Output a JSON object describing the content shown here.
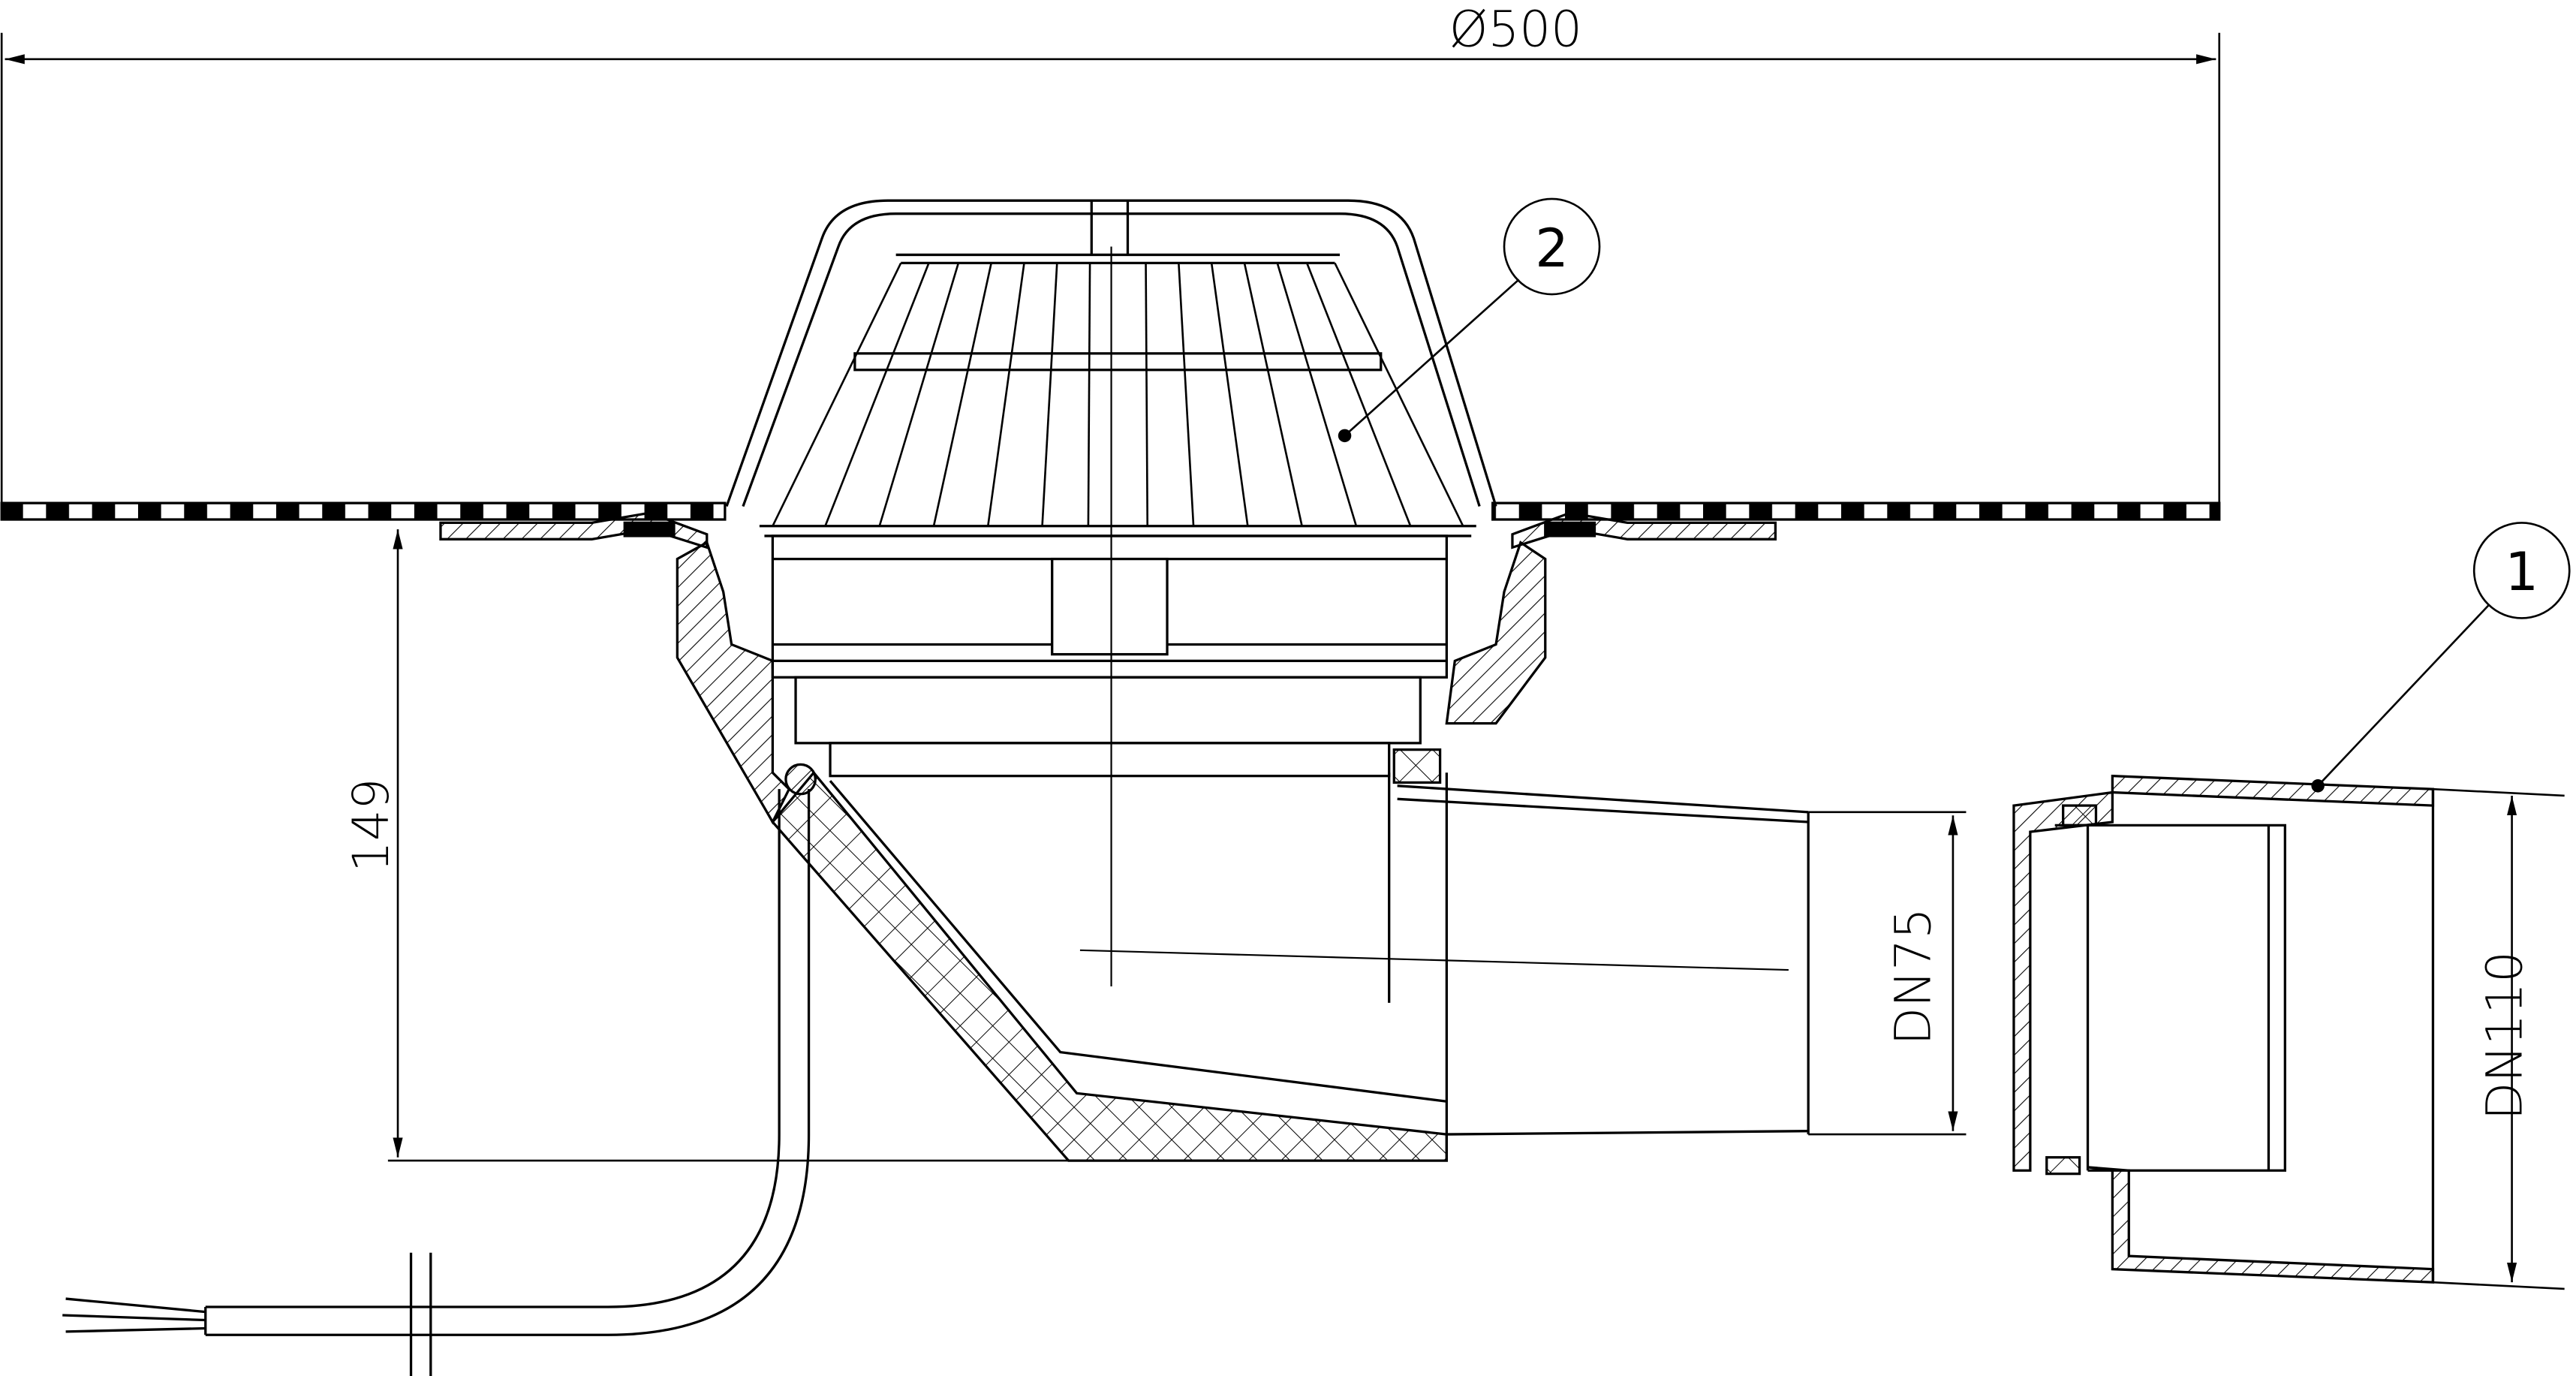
{
  "dimensions": {
    "diameter": "Ø500",
    "height": "149",
    "inner_pipe": "DN75",
    "outer_pipe": "DN110"
  },
  "callouts": {
    "part_1": "1",
    "part_2": "2"
  },
  "colors": {
    "line": "#000000",
    "background": "#ffffff"
  }
}
